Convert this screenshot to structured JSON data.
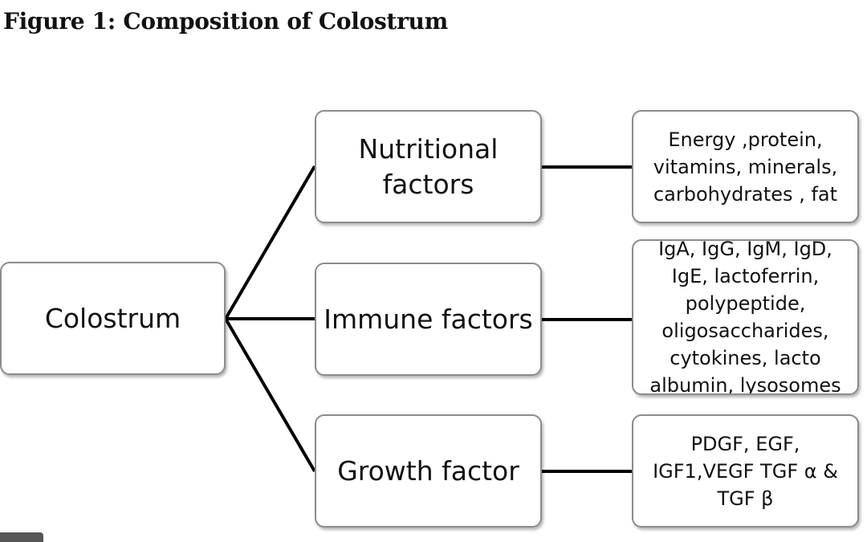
{
  "figure": {
    "title": "Figure 1: Composition of Colostrum"
  },
  "nodes": {
    "root": {
      "label": "Colostrum"
    },
    "nutritional": {
      "label": "Nutritional factors"
    },
    "immune": {
      "label": "Immune factors"
    },
    "growth": {
      "label": "Growth factor"
    }
  },
  "details": {
    "nutritional": {
      "lines": [
        "Energy ,protein,",
        "vitamins, minerals,",
        "carbohydrates , fat"
      ]
    },
    "immune": {
      "lines": [
        "IgA, IgG, IgM, IgD,",
        "IgE, lactoferrin,",
        "polypeptide,",
        "oligosaccharides,",
        "cytokines, lacto",
        "albumin, lysosomes"
      ]
    },
    "growth": {
      "lines": [
        "PDGF, EGF,",
        "IGF1,VEGF TGF α &",
        "TGF β"
      ]
    }
  }
}
